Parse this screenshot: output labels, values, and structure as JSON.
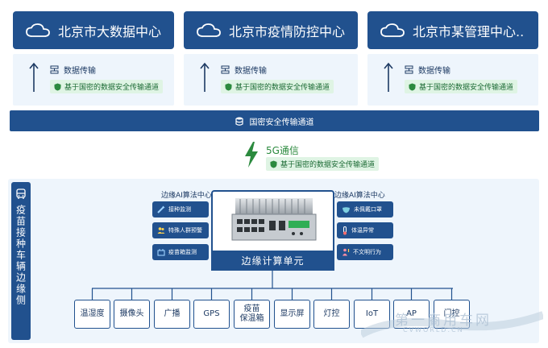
{
  "centers": [
    {
      "label": "北京市大数据中心",
      "icon": "cloud-icon"
    },
    {
      "label": "北京市疫情防控中心",
      "icon": "cloud-icon"
    },
    {
      "label": "北京市某管理中心..",
      "icon": "cloud-icon"
    }
  ],
  "transmission": {
    "title": "数据传输",
    "tag": "基于国密的数据安全传输通道"
  },
  "gm_channel": "国密安全传输通道",
  "fiveg": {
    "title": "5G通信",
    "tag": "基于国密的数据安全传输通道"
  },
  "vehicle_side": "疫苗接种车辆边缘侧",
  "ai_center_left": "边缘AI算法中心",
  "ai_center_right": "边缘AI算法中心",
  "ai_left": [
    "接种监测",
    "特殊人群预警",
    "疫苗箱监测"
  ],
  "ai_right": [
    "未佩戴口罩",
    "体温异常",
    "不文明行为"
  ],
  "edge_unit": "边缘计算单元",
  "devices": [
    "温湿度",
    "摄像头",
    "广播",
    "GPS",
    "疫苗\n保温箱",
    "显示屏",
    "灯控",
    "IoT",
    "AP",
    "门控"
  ],
  "watermark": {
    "text": "第一商用车网",
    "sub": "CVWORLD.CN"
  },
  "colors": {
    "primary": "#21518e",
    "panel": "#eef5fc",
    "green": "#2b8a3e",
    "tag_bg": "#dff4e4"
  }
}
